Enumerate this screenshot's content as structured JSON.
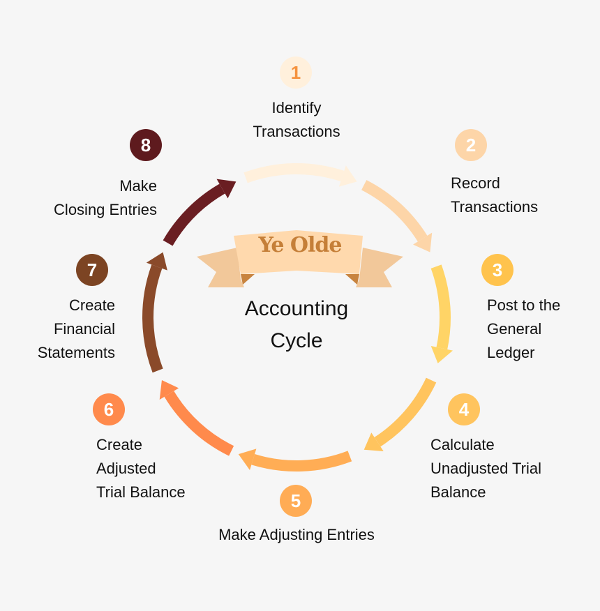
{
  "title": "Accounting\nCycle",
  "banner": "Ye Olde",
  "steps": [
    {
      "number": "1",
      "label": "Identify\nTransactions",
      "color": "#fff0dc",
      "digit_color": "#f5923e",
      "arrow_color": "#fff0dc"
    },
    {
      "number": "2",
      "label": "Record\nTransactions",
      "color": "#fdd5a8",
      "digit_color": "#ffffff",
      "arrow_color": "#fdd5a8"
    },
    {
      "number": "3",
      "label": "Post to the\nGeneral\nLedger",
      "color": "#ffc34d",
      "digit_color": "#ffffff",
      "arrow_color": "#ffd466"
    },
    {
      "number": "4",
      "label": "Calculate\nUnadjusted Trial\nBalance",
      "color": "#ffc45e",
      "digit_color": "#ffffff",
      "arrow_color": "#ffc45e"
    },
    {
      "number": "5",
      "label": "Make Adjusting Entries",
      "color": "#ffac55",
      "digit_color": "#ffffff",
      "arrow_color": "#ffad55"
    },
    {
      "number": "6",
      "label": "Create\nAdjusted\nTrial Balance",
      "color": "#ff8a4c",
      "digit_color": "#ffffff",
      "arrow_color": "#ff8a4c"
    },
    {
      "number": "7",
      "label": "Create\nFinancial\nStatements",
      "color": "#7c4423",
      "digit_color": "#ffffff",
      "arrow_color": "#8a4a2a"
    },
    {
      "number": "8",
      "label": "Make\nClosing Entries",
      "color": "#5e1a1e",
      "digit_color": "#ffffff",
      "arrow_color": "#6a1e22"
    }
  ]
}
